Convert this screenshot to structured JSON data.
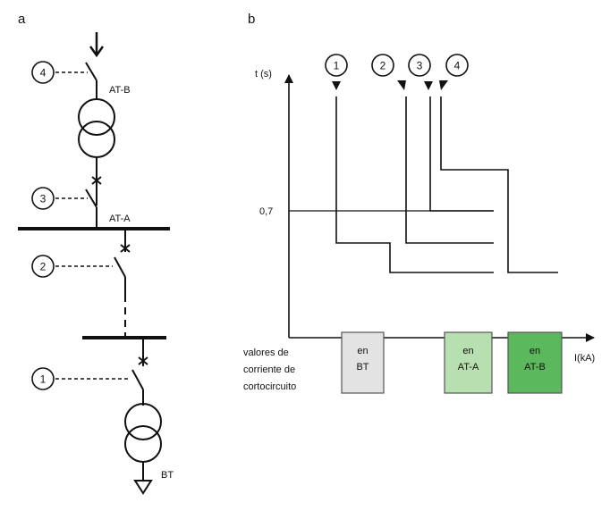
{
  "panels": {
    "a": "a",
    "b": "b"
  },
  "single_line": {
    "breaker_numbers": [
      "4",
      "3",
      "2",
      "1"
    ],
    "labels": {
      "at_b": "AT-B",
      "at_a": "AT-A",
      "bt": "BT"
    }
  },
  "chart": {
    "ylabel": "t (s)",
    "xlabel": "I(kA)",
    "y_tick": "0,7",
    "curve_numbers": [
      "1",
      "2",
      "3",
      "4"
    ],
    "sc_label_lines": [
      "valores de",
      "corriente de",
      "cortocircuito"
    ],
    "sc_boxes": [
      {
        "line1": "en",
        "line2": "BT",
        "fill": "#e3e3e3"
      },
      {
        "line1": "en",
        "line2": "AT-A",
        "fill": "#b8dfb0"
      },
      {
        "line1": "en",
        "line2": "AT-B",
        "fill": "#5cb85c"
      }
    ]
  },
  "colors": {
    "line": "#111111",
    "box_stroke": "#555555"
  }
}
